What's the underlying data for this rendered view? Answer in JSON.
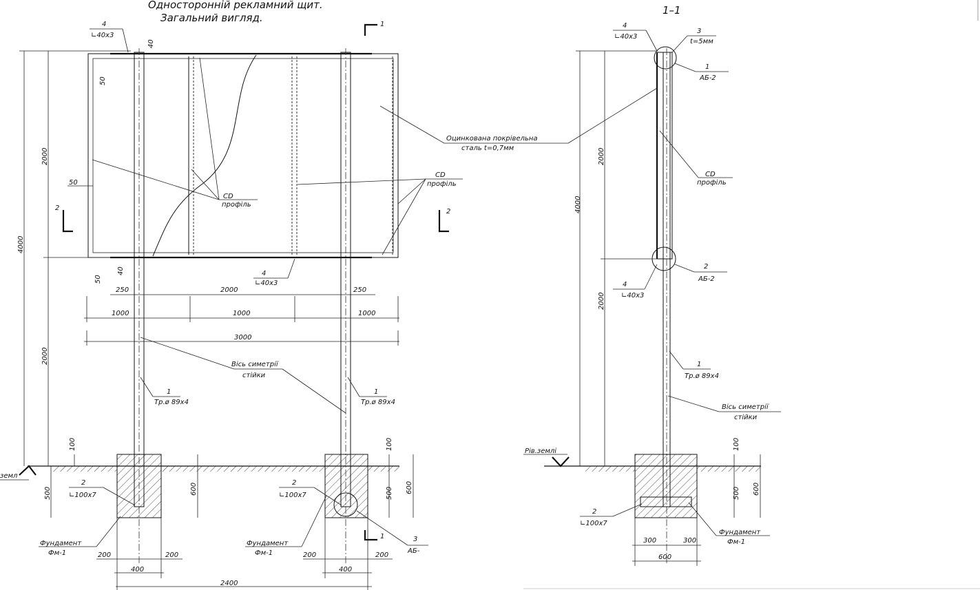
{
  "titles": {
    "main_line1": "Односторонній рекламний щит.",
    "main_line2": "Загальний вигляд.",
    "section": "1–1"
  },
  "section_marks": {
    "cut1": "1",
    "cut2": "2"
  },
  "front_view": {
    "top_left_angle": {
      "num": "4",
      "spec": "∟40х3"
    },
    "dims_vertical": {
      "total": "4000",
      "upper": "2000",
      "lower": "2000",
      "d40": "40",
      "d50a": "50",
      "d50b": "50",
      "d50c": "50",
      "d40b": "40",
      "d100a": "100",
      "d500a": "500",
      "d600a": "600",
      "d100b": "100",
      "d500b": "500",
      "d600b": "600"
    },
    "cd_label_left": {
      "line1": "CD",
      "line2": "профіль"
    },
    "cd_label_right": {
      "line1": "CD",
      "line2": "профіль"
    },
    "sheet_label": {
      "line1": "Оцинкована покрівельна",
      "line2": "сталь t=0,7мм"
    },
    "bottom_angle": {
      "num": "4",
      "spec": "∟40х3"
    },
    "dims_horizontal": {
      "d250a": "250",
      "d2000": "2000",
      "d250b": "250",
      "d1000a": "1000",
      "d1000b": "1000",
      "d1000c": "1000",
      "d3000": "3000",
      "d200a": "200",
      "d200b": "200",
      "d400a": "400",
      "d200c": "200",
      "d200d": "200",
      "d400b": "400",
      "d2400": "2400"
    },
    "axis_label": {
      "line1": "Вісь симетрії",
      "line2": "стійки"
    },
    "pipe_left": {
      "num": "1",
      "spec": "Тр.ø 89х4"
    },
    "pipe_right": {
      "num": "1",
      "spec": "Тр.ø 89х4"
    },
    "plate_left": {
      "num": "2",
      "spec": "∟100х7"
    },
    "plate_right": {
      "num": "2",
      "spec": "∟100х7"
    },
    "found_left": {
      "line1": "Фундамент",
      "line2": "Фм-1"
    },
    "found_right": {
      "line1": "Фундамент",
      "line2": "Фм-1"
    },
    "ground_label": "земл",
    "node3": {
      "num": "3",
      "spec": "АБ-"
    }
  },
  "section_view": {
    "top_angle": {
      "num": "4",
      "spec": "∟40х3"
    },
    "node3": {
      "num": "3",
      "spec": "t=5мм"
    },
    "node1": {
      "num": "1",
      "spec": "АБ-2"
    },
    "cd_label": {
      "line1": "CD",
      "line2": "профіль"
    },
    "node2": {
      "num": "2",
      "spec": "АБ-2"
    },
    "mid_angle": {
      "num": "4",
      "spec": "∟40х3"
    },
    "pipe": {
      "num": "1",
      "spec": "Тр.ø 89х4"
    },
    "axis_label": {
      "line1": "Вісь симетрії",
      "line2": "стійки"
    },
    "ground_label": "Рів.землі",
    "plate": {
      "num": "2",
      "spec": "∟100х7"
    },
    "found": {
      "line1": "Фундамент",
      "line2": "Фм-1"
    },
    "dims": {
      "total": "4000",
      "upper": "2000",
      "lower": "2000",
      "d100": "100",
      "d500": "500",
      "d600": "600",
      "d300a": "300",
      "d300b": "300",
      "d600h": "600"
    }
  }
}
